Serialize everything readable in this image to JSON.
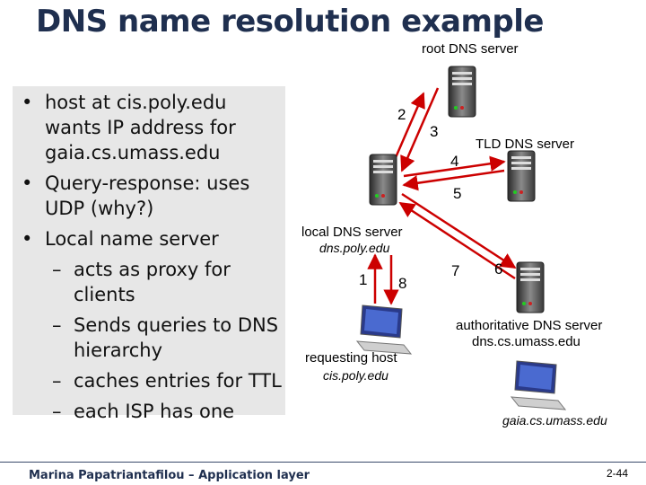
{
  "slide": {
    "title": "DNS name resolution example",
    "bullets": [
      {
        "level": 1,
        "text": "host at cis.poly.edu wants IP address for gaia.cs.umass.edu"
      },
      {
        "level": 1,
        "text": "Query-response: uses UDP (why?)"
      },
      {
        "level": 1,
        "text": "Local name server"
      },
      {
        "level": 2,
        "text": "acts as proxy for clients"
      },
      {
        "level": 2,
        "text": "Sends queries to DNS hierarchy"
      },
      {
        "level": 2,
        "text": "caches entries for TTL"
      },
      {
        "level": 2,
        "text": "each ISP has one"
      }
    ],
    "footer_left": "Marina Papatriantafilou –  Application layer",
    "footer_right": "2-44"
  },
  "diagram": {
    "root_server": {
      "label": "root DNS server"
    },
    "tld_server": {
      "label": "TLD DNS server"
    },
    "local_server": {
      "label": "local DNS server",
      "host": "dns.poly.edu"
    },
    "auth_server": {
      "label": "authoritative DNS server",
      "host": "dns.cs.umass.edu"
    },
    "requesting_host": {
      "label": "requesting host",
      "host": "cis.poly.edu"
    },
    "target_host": {
      "host": "gaia.cs.umass.edu"
    },
    "steps": [
      "1",
      "2",
      "3",
      "4",
      "5",
      "6",
      "7",
      "8"
    ],
    "arrow_color": "#cc0000"
  }
}
